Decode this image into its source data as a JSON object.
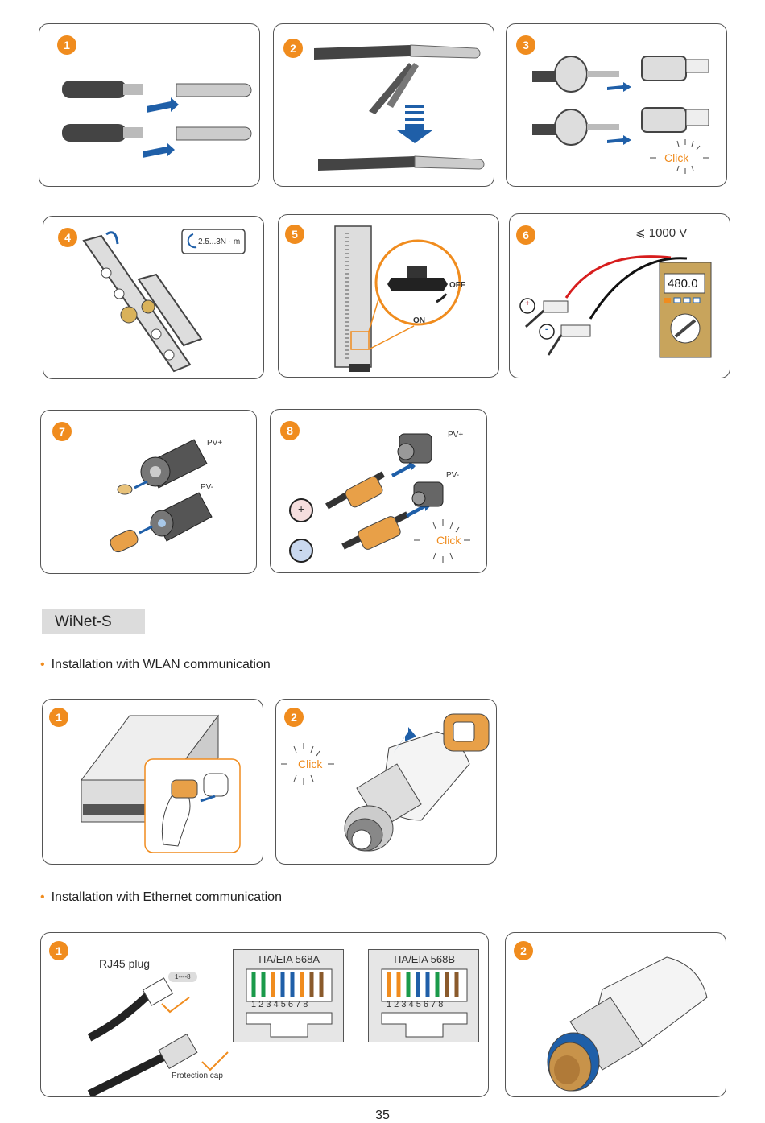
{
  "steps_top": [
    "1",
    "2",
    "3",
    "4",
    "5",
    "6",
    "7",
    "8"
  ],
  "labels": {
    "click": "Click",
    "torque": "2.5...3N · m",
    "off": "OFF",
    "on": "ON",
    "voltage": "⩽ 1000 V",
    "meter_reading": "480.0",
    "pv_plus": "PV+",
    "pv_minus": "PV-",
    "plus": "+",
    "minus": "-"
  },
  "section_title": "WiNet-S",
  "wlan_heading": "Installation with WLAN communication",
  "ethernet_heading": "Installation with Ethernet communication",
  "wlan_steps": [
    "1",
    "2"
  ],
  "ethernet_steps": [
    "1",
    "2"
  ],
  "ethernet": {
    "rj45_plug": "RJ45 plug",
    "pin_range": "1----8",
    "protection_cap": "Protection cap",
    "standard_a": "TIA/EIA 568A",
    "standard_b": "TIA/EIA 568B",
    "pins": "1 2 3 4 5 6 7 8"
  },
  "page_number": "35",
  "colors": {
    "accent": "#f08c1e",
    "border": "#555555",
    "title_bg": "#dcdcdc"
  }
}
